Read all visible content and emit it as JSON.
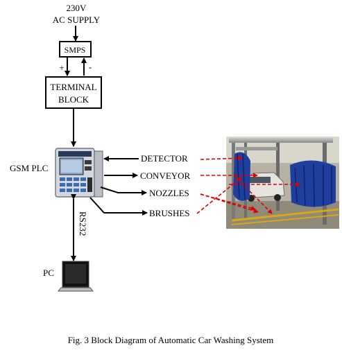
{
  "supply": {
    "line1": "230V",
    "line2": "AC SUPPLY"
  },
  "smps": {
    "label": "SMPS",
    "plus": "+",
    "minus": "-"
  },
  "terminal_block": {
    "line1": "TERMINAL",
    "line2": "BLOCK"
  },
  "plc": {
    "label": "GSM PLC"
  },
  "outputs": {
    "detector": "DETECTOR",
    "conveyor": "CONVEYOR",
    "nozzles": "NOZZLES",
    "brushes": "BRUSHES"
  },
  "link": {
    "label": "RS232"
  },
  "pc": {
    "label": "PC"
  },
  "caption": "Fig. 3 Block Diagram of Automatic Car Washing System",
  "colors": {
    "line": "#000000",
    "dashed_link": "#e00000",
    "photo_blue": "#1f3f9f",
    "photo_bg": "#b6b2a4"
  },
  "icons": {
    "plc": "plc-device-icon",
    "pc": "monitor-icon",
    "photo": "car-wash-photo"
  }
}
